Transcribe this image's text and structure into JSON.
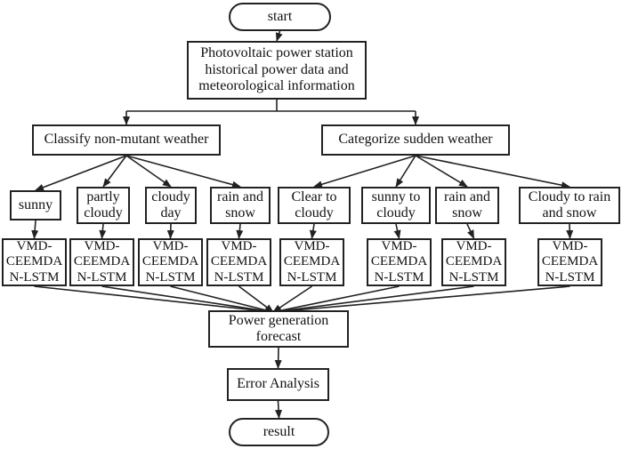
{
  "nodes": {
    "start": {
      "lines": [
        "start"
      ]
    },
    "source": {
      "lines": [
        "Photovoltaic power station",
        "historical power data and",
        "meteorological information"
      ]
    },
    "classify_non_mutant": {
      "lines": [
        "Classify non-mutant weather"
      ]
    },
    "categorize_sudden": {
      "lines": [
        "Categorize sudden weather"
      ]
    },
    "sunny": {
      "lines": [
        "sunny"
      ]
    },
    "partly_cloudy": {
      "lines": [
        "partly",
        "cloudy"
      ]
    },
    "cloudy_day": {
      "lines": [
        "cloudy",
        "day"
      ]
    },
    "rain_and_snow": {
      "lines": [
        "rain and",
        "snow"
      ]
    },
    "clear_to_cloudy": {
      "lines": [
        "Clear to",
        "cloudy"
      ]
    },
    "sunny_to_cloudy": {
      "lines": [
        "sunny to",
        "cloudy"
      ]
    },
    "rain_and_snow_sudden": {
      "lines": [
        "rain and",
        "snow"
      ]
    },
    "cloudy_to_rain_snow": {
      "lines": [
        "Cloudy to rain",
        "and snow"
      ]
    },
    "model_1": {
      "lines": [
        "VMD-",
        "CEEMDA",
        "N-LSTM"
      ]
    },
    "model_2": {
      "lines": [
        "VMD-",
        "CEEMDA",
        "N-LSTM"
      ]
    },
    "model_3": {
      "lines": [
        "VMD-",
        "CEEMDA",
        "N-LSTM"
      ]
    },
    "model_4": {
      "lines": [
        "VMD-",
        "CEEMDA",
        "N-LSTM"
      ]
    },
    "model_5": {
      "lines": [
        "VMD-",
        "CEEMDA",
        "N-LSTM"
      ]
    },
    "model_6": {
      "lines": [
        "VMD-",
        "CEEMDA",
        "N-LSTM"
      ]
    },
    "model_7": {
      "lines": [
        "VMD-",
        "CEEMDA",
        "N-LSTM"
      ]
    },
    "model_8": {
      "lines": [
        "VMD-",
        "CEEMDA",
        "N-LSTM"
      ]
    },
    "forecast": {
      "lines": [
        "Power generation",
        "forecast"
      ]
    },
    "error_analysis": {
      "lines": [
        "Error Analysis"
      ]
    },
    "result": {
      "lines": [
        "result"
      ]
    }
  },
  "edges": [
    {
      "from": "start",
      "to": "source"
    },
    {
      "from": "source",
      "to": "classify_non_mutant"
    },
    {
      "from": "source",
      "to": "categorize_sudden"
    },
    {
      "from": "classify_non_mutant",
      "to": "sunny"
    },
    {
      "from": "classify_non_mutant",
      "to": "partly_cloudy"
    },
    {
      "from": "classify_non_mutant",
      "to": "cloudy_day"
    },
    {
      "from": "classify_non_mutant",
      "to": "rain_and_snow"
    },
    {
      "from": "categorize_sudden",
      "to": "clear_to_cloudy"
    },
    {
      "from": "categorize_sudden",
      "to": "sunny_to_cloudy"
    },
    {
      "from": "categorize_sudden",
      "to": "rain_and_snow_sudden"
    },
    {
      "from": "categorize_sudden",
      "to": "cloudy_to_rain_snow"
    },
    {
      "from": "sunny",
      "to": "model_1"
    },
    {
      "from": "partly_cloudy",
      "to": "model_2"
    },
    {
      "from": "cloudy_day",
      "to": "model_3"
    },
    {
      "from": "rain_and_snow",
      "to": "model_4"
    },
    {
      "from": "clear_to_cloudy",
      "to": "model_5"
    },
    {
      "from": "sunny_to_cloudy",
      "to": "model_6"
    },
    {
      "from": "rain_and_snow_sudden",
      "to": "model_7"
    },
    {
      "from": "cloudy_to_rain_snow",
      "to": "model_8"
    },
    {
      "from": "model_1",
      "to": "forecast"
    },
    {
      "from": "model_2",
      "to": "forecast"
    },
    {
      "from": "model_3",
      "to": "forecast"
    },
    {
      "from": "model_4",
      "to": "forecast"
    },
    {
      "from": "model_5",
      "to": "forecast"
    },
    {
      "from": "model_6",
      "to": "forecast"
    },
    {
      "from": "model_7",
      "to": "forecast"
    },
    {
      "from": "model_8",
      "to": "forecast"
    },
    {
      "from": "forecast",
      "to": "error_analysis"
    },
    {
      "from": "error_analysis",
      "to": "result"
    }
  ],
  "colors": {
    "stroke": "#222222",
    "background": "#ffffff"
  }
}
